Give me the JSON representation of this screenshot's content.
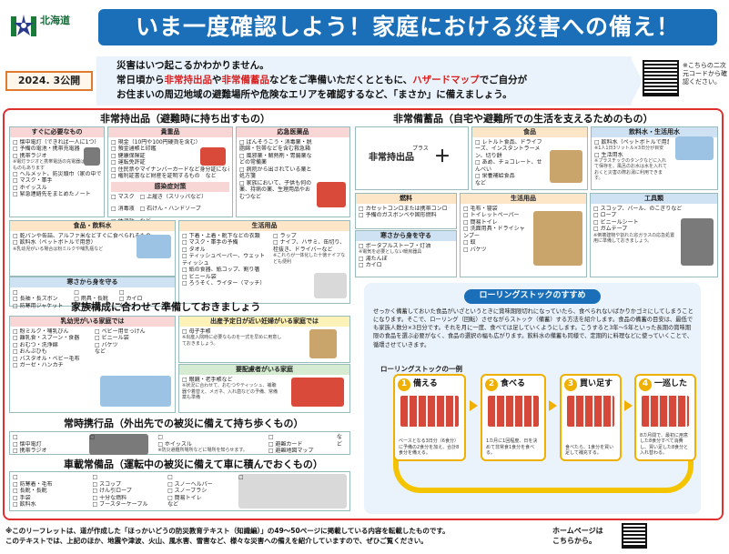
{
  "header": {
    "pref_name": "北海道",
    "banner": "いま一度確認しよう！家庭における災害への備え！",
    "date": "2024. 3公開",
    "intro_line1": "災害はいつ起こるかわかりません。",
    "intro_line2_a": "常日頃から",
    "intro_line2_b": "非常持出品",
    "intro_line2_c": "や",
    "intro_line2_d": "非常備蓄品",
    "intro_line2_e": "などをご準備いただくとともに、",
    "intro_line2_f": "ハザードマップ",
    "intro_line2_g": "でご自分が",
    "intro_line3": "お住まいの周辺地域の避難場所や危険なエリアを確認するなど、「まさか」に備えましょう。",
    "qr_note": "※こちらの二次元コードから確認ください。"
  },
  "left": {
    "title": "非常持出品（避難時に持ち出すもの）",
    "first_box": {
      "title": "すぐに必要なもの",
      "items": [
        "懐中電灯（できれば一人に1つ）",
        "予備の電池・携帯充電器",
        "携帯ラジオ",
        "ヘルメット、防災頭巾（家の中でも使えるものを用意）",
        "マスク・軍手",
        "ホイッスル",
        "緊急連絡先をまとめたノート"
      ],
      "note": "※電灯ラジオと携帯電話の充電器は兼用のものもあります"
    },
    "valuables": {
      "title": "貴重品",
      "items": [
        "現金（10円や100円硬貨を含む）",
        "預金通帳と印鑑",
        "健康保険証",
        "運転免許証",
        "住民票やマイナンバーカードなど身分証になるもの",
        "権利証書など財産を証明するもの　など"
      ],
      "infection_title": "感染症対策",
      "infection_items": [
        "マスク",
        "消毒液",
        "体温計",
        "上履き（スリッパなど）",
        "石けん・ハンドソープ"
      ],
      "infection_more": "など"
    },
    "medicine": {
      "title": "応急医薬品",
      "items": [
        "ばんそうこう・消毒薬・脱脂綿・包帯などを含む救急箱",
        "風邪薬・解熱剤・胃腸薬などの常備薬",
        "病院から出されている薬と処方箋",
        "家族において、子供も何の薬、持病の薬、生理用品やおむつなど"
      ]
    },
    "food": {
      "title": "食品・飲料水",
      "items": [
        "乾パンや缶詰、アルファ米などすぐに食べられるもの",
        "飲料水（ペットボトルで用意）"
      ],
      "note": "※乳幼児がいる場合は粉ミルクや哺乳瓶など"
    },
    "daily": {
      "title": "生活用品",
      "items_a": [
        "下着・上着・靴下などの衣類",
        "マスク・軍手の予備",
        "タオル",
        "ティッシュペーパー、ウェットティッシュ",
        "紙の食器、紙コップ、割り箸",
        "ビニール袋",
        "ろうそく、ライター（マッチ）"
      ],
      "items_b": [
        "ラップ",
        "ナイフ、ハサミ、缶切り、栓抜き、ドライバーなど"
      ],
      "note_b": "※これらが一体化した十徳ナイフなども便利"
    },
    "cold": {
      "title": "寒さから身を守る",
      "items_a": [
        "長袖・長ズボン",
        "防寒用ジャケット"
      ],
      "items_b": [
        "雨具・長靴",
        "手袋"
      ],
      "items_c": [
        "カイロ",
        "など"
      ]
    },
    "family": {
      "title": "家族構成に合わせて準備しておきましょう",
      "infant_title": "乳幼児がいる家庭では",
      "infant_a": [
        "粉ミルク・哺乳びん",
        "離乳食・スプーン・食器",
        "おむつ・洗浄綿",
        "おんぶひも",
        "バスタオル・ベビー毛布",
        "ガーゼ・ハンカチ"
      ],
      "infant_b": [
        "ベビー用せっけん",
        "ビニール袋",
        "バケツ",
        "など"
      ],
      "preg_title": "出産予定日が近い妊婦がいる家庭では",
      "preg_items": [
        "母子手帳"
      ],
      "preg_note": "※出産入院時に必要なものを一式を早めに用意しておきましょう。",
      "elder_title": "要配慮者がいる家庭",
      "elder_items": [
        "眼鏡・老手帳など"
      ],
      "elder_note": "※状況に合わせて、おむつやティッシュ、補聴器や着替え、メガネ、入れ歯などの予備、常備薬も準備"
    },
    "carry": {
      "title": "常時携行品（外出先での被災に備えて持ち歩くもの）",
      "items_a": [
        "懐中電灯",
        "携帯ラジオ"
      ],
      "items_b": [
        "ホイッスル"
      ],
      "note_b": "※防災避難所場所などに場所を知らせます。",
      "items_c": [
        "避難カード",
        "避難地図マップ"
      ],
      "more": "など"
    },
    "car": {
      "title": "車載常備品（運転中の被災に備えて車に積んでおくもの）",
      "items_a": [
        "防寒着・毛布",
        "長靴・長靴",
        "手袋",
        "飲料水"
      ],
      "items_b": [
        "スコップ",
        "けん引ロープ",
        "十分な燃料",
        "ブースターケーブル"
      ],
      "items_c": [
        "スノーヘルパー",
        "スノーブラシ",
        "簡易トイレ",
        "など"
      ]
    }
  },
  "right": {
    "title": "非常備蓄品（自宅や避難所での生活を支えるためのもの）",
    "plus_label": "プラス",
    "emerg_label": "非常持出品",
    "food": {
      "title": "食品",
      "items": [
        "レトルト食品、ドライフーズ、インスタントラーメン、切り餅",
        "あめ、チョコレート、せんべい",
        "栄養補給食品",
        "など"
      ]
    },
    "water": {
      "title": "飲料水・生活用水",
      "items": [
        "飲料水（ペットボトルで用意）",
        "生活用水"
      ],
      "note1": "※1人1日3リットル×3日分が目安",
      "note2": "※プラスチックのタンクなどに入れて保存を。風呂のお水は水を入れておくと災害の際お湯に利用できます。"
    },
    "fuel": {
      "title": "燃料",
      "items": [
        "カセットコンロまたは携帯コンロ",
        "予備のガスボンベや固形燃料"
      ]
    },
    "daily": {
      "title": "生活用品",
      "items": [
        "毛布・寝袋",
        "トイレットペーパー",
        "簡易トイレ",
        "洗面用具・ドライシャンプー",
        "蚊",
        "バケツ"
      ]
    },
    "tools": {
      "title": "工具類",
      "items": [
        "スコップ、バール、のこぎりなど",
        "ロープ",
        "ビニールシート",
        "ガムテープ"
      ],
      "note": "※倒壊建物や割れた窓ガラスの応急処置用に準備しておきましょう。"
    },
    "cold": {
      "title": "寒さから身を守る",
      "items": [
        "ポータブルストーブ・灯油"
      ],
      "note": "※電気を必要としない暖房器具",
      "items_b": [
        "湯たんぽ",
        "カイロ"
      ]
    }
  },
  "rolling": {
    "title": "ローリングストックのすすめ",
    "text": "せっかく備蓄しておいた食品がいざというときに賞味期限切れになっていたら、食べられないばかりかゴミにしてしまうことになります。そこで、ローリング（回転）させながらストック（備蓄）する方法を紹介します。食品の備蓄の目安は、最低でも家族人数分×3日分です。それを月に一度、食べては足していくようにします。こうすると3年〜5年といった長期の賞味期限の食品を選ぶ必要がなく、食品の選択の幅も広がります。飲料水の備蓄も同様で、定期的に料理などに使っていくことで、循環させていきます。",
    "example": "ローリングストックの一例",
    "steps": [
      {
        "num": "1",
        "label": "備える",
        "text": "ベースとなる3日分（6食分）に予備の2食分を加え、合計8食分を備える。"
      },
      {
        "num": "2",
        "label": "食べる",
        "text": "1カ月に1回程度、日を決めて非常食1食分を食べる。"
      },
      {
        "num": "3",
        "label": "買い足す",
        "text": "食べたら、1食分を買い足して補充する。"
      },
      {
        "num": "4",
        "label": "一巡した",
        "text": "8カ月間で、最初に用意した8食分すべて消費し、買い足した8食分と入れ替わる。"
      }
    ]
  },
  "footer": {
    "line1": "※このリーフレットは、道が作成した「ほっかいどうの防災教育テキスト（知識編）」の49〜50ページに掲載している内容を転載したものです。",
    "line2": "このテキストでは、上記のほか、地震や津波、火山、風水害、雪害など、様々な災害への備えを紹介していますので、ぜひご覧ください。",
    "home": "ホームページは",
    "home2": "こちらから。"
  },
  "colors": {
    "accent": "#1a6fb8",
    "alert": "#d82020",
    "frame": "#e03030",
    "highlight_orange": "#f0b000"
  }
}
